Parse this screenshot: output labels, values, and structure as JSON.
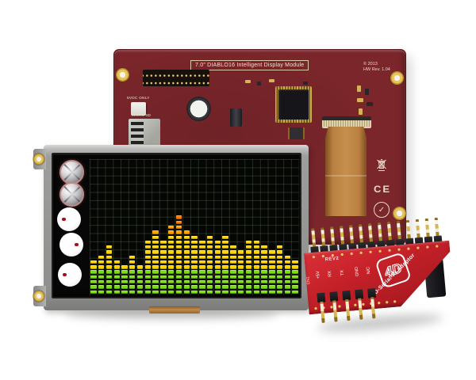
{
  "pcb": {
    "title": "7.0\" DIABLO16 Intelligent Display Module",
    "copyright": "© 2013",
    "hw_rev": "HW Rev. 1.04",
    "power_label": "5VDC ONLY",
    "microsd_label": "MICRO SD",
    "ce_mark": "CE",
    "board_color": "#7b262b",
    "gold_color": "#d9b44a"
  },
  "lcd": {
    "knob_count": 2,
    "buttons": [
      {
        "dot": "left"
      },
      {
        "dot": "right"
      },
      {
        "dot": "left"
      }
    ],
    "bezel_color": "#9d9e9c"
  },
  "chart_data": {
    "type": "bar",
    "description": "audio spectrum analyzer demo shown on LCD screen",
    "values": [
      7,
      8,
      10,
      7,
      6,
      8,
      6,
      11,
      13,
      11,
      14,
      16,
      13,
      12,
      11,
      12,
      11,
      12,
      10,
      9,
      11,
      11,
      10,
      9,
      10,
      8,
      7
    ],
    "max_segments": 16,
    "segment_colors": {
      "low": "#7ade14",
      "mid": "#ffd400",
      "high": "#ffa000",
      "peak": "#f57d00"
    },
    "low_rows": 5,
    "mid_rows": 12,
    "high_rows": 14,
    "grid": true,
    "background": "#050705"
  },
  "adapter": {
    "rev_label": "REV2",
    "connector_label": "CN1",
    "pin_labels": [
      "+5V",
      "RX",
      "TX",
      "GND",
      "N/C"
    ],
    "top_pin_count": 14,
    "logo_text": "4D",
    "name": "4D-Serial-Pi Adaptor",
    "board_color": "#c32028"
  },
  "icons": {
    "rcm_check": "✓"
  }
}
